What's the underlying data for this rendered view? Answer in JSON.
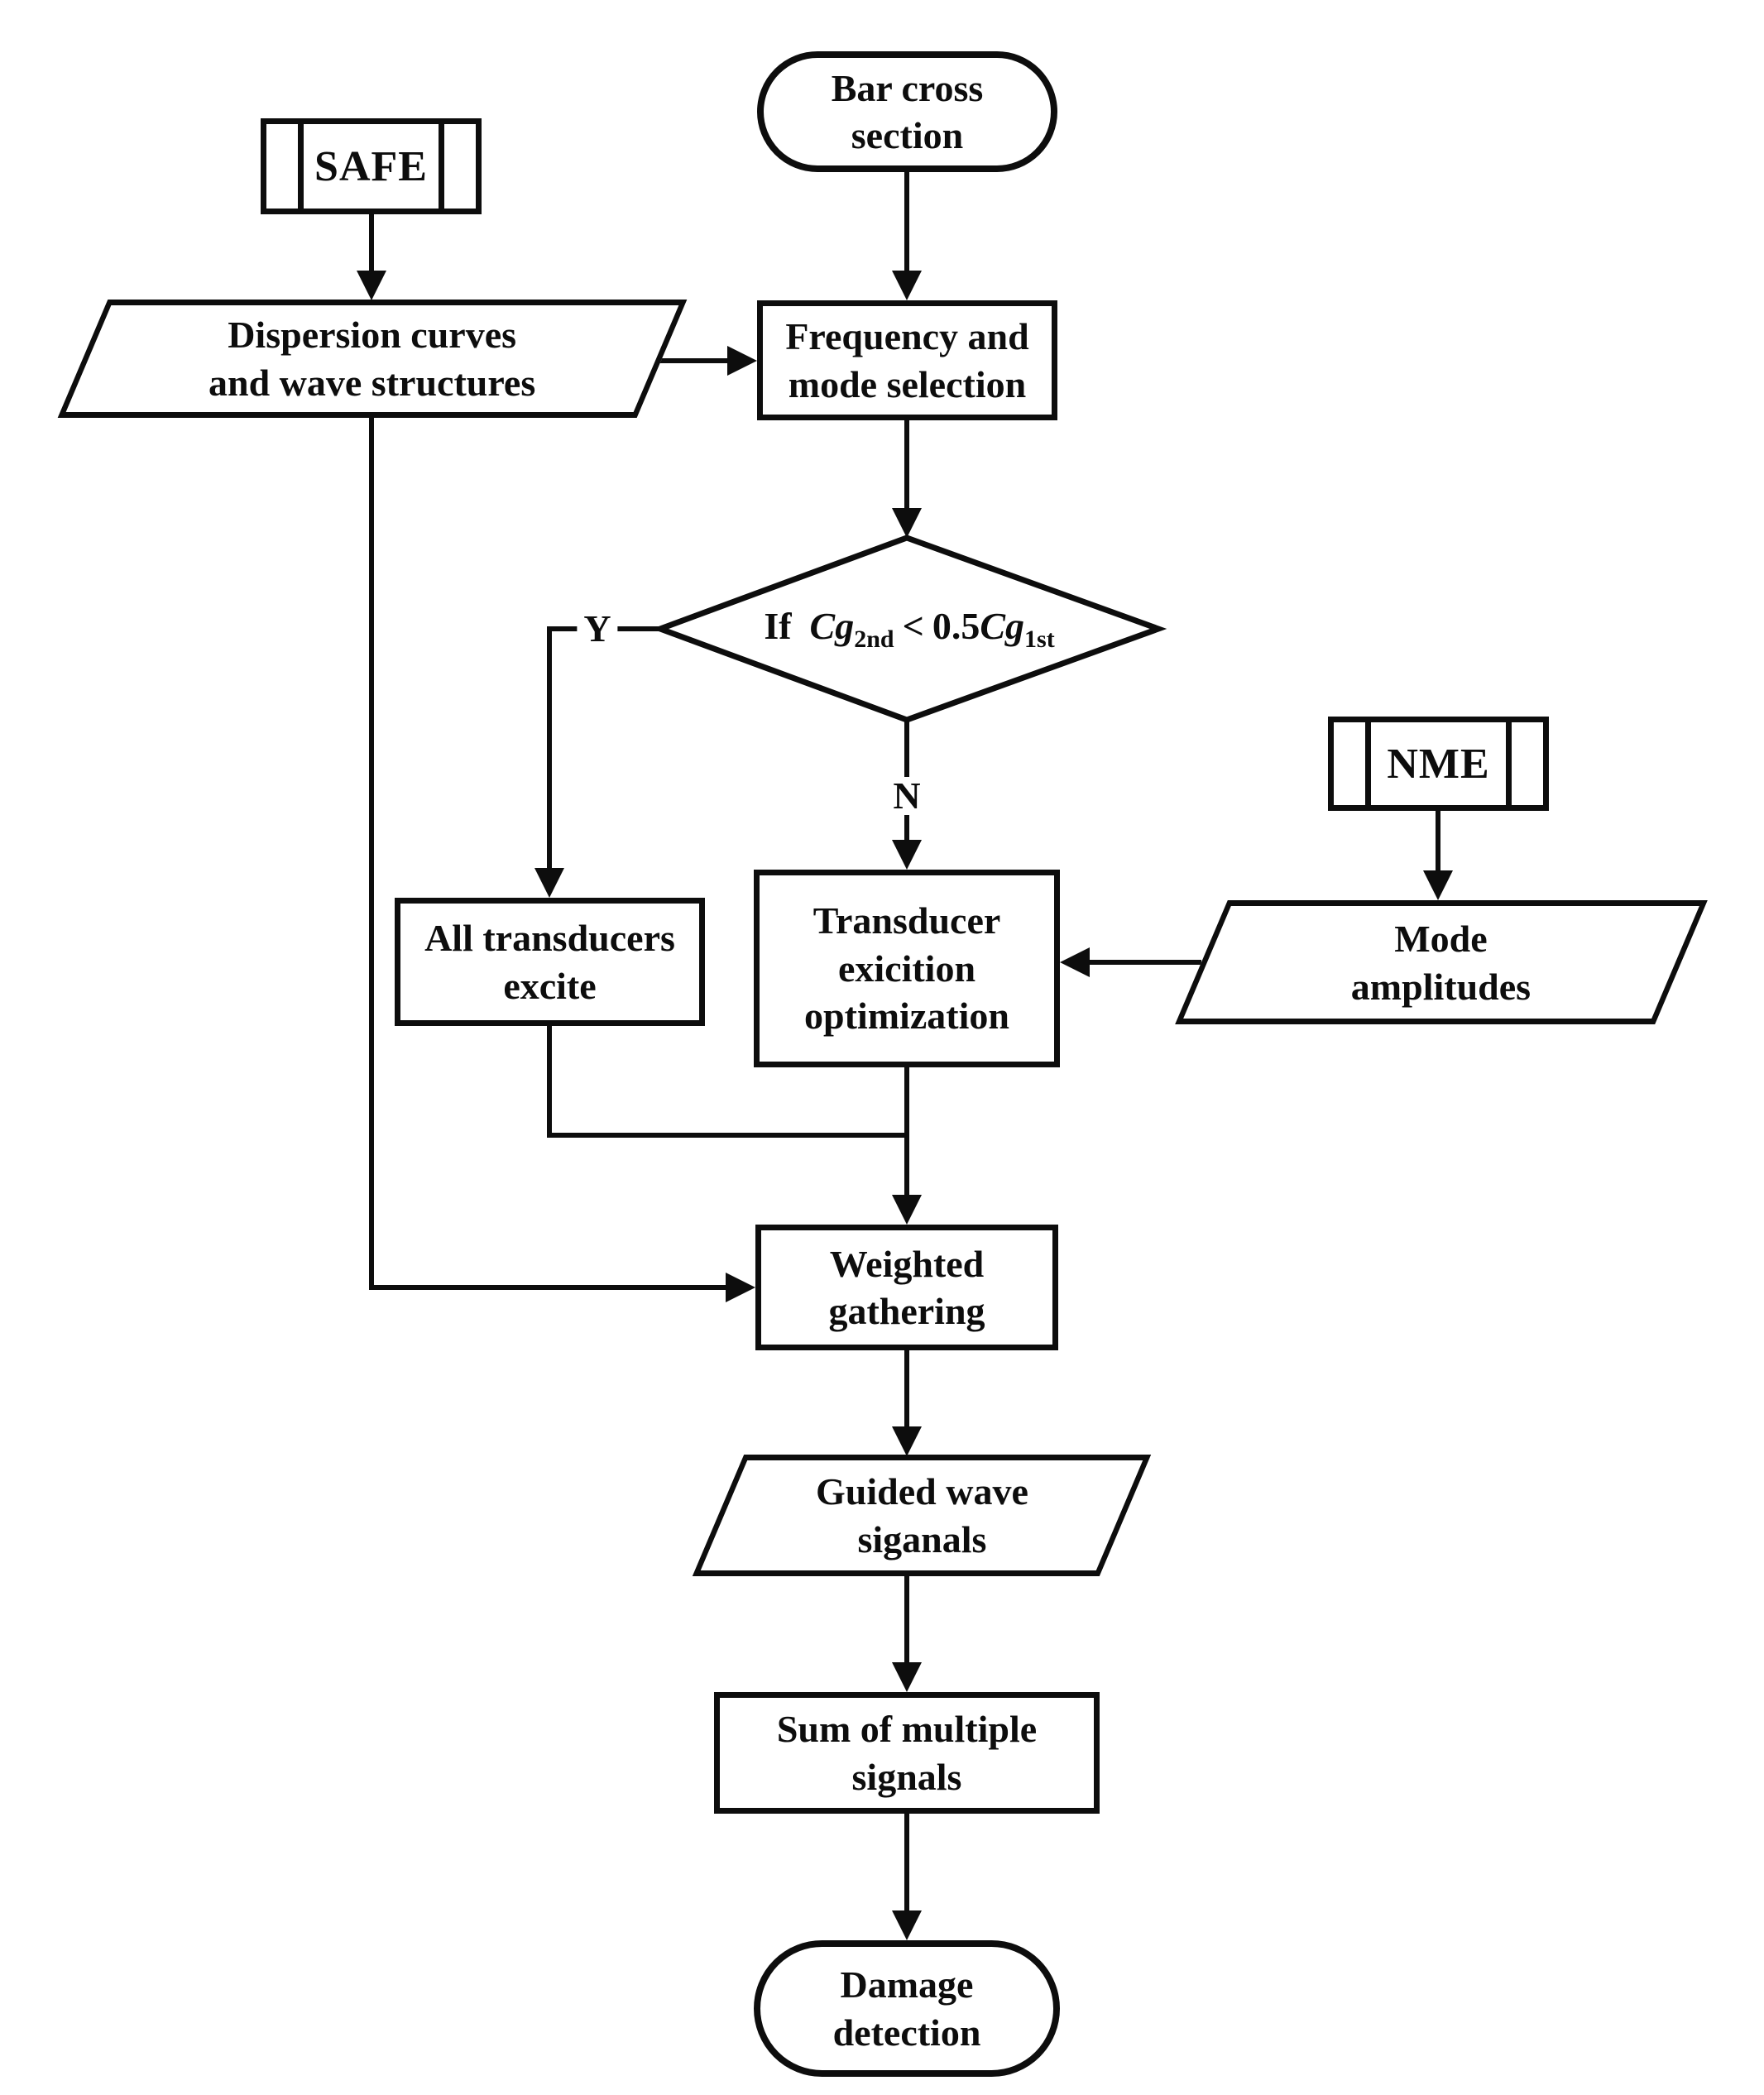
{
  "figure": {
    "background": "#ffffff",
    "ink": "#0d0d0d"
  },
  "nodes": {
    "safe": {
      "type": "predefined-process",
      "label": "SAFE"
    },
    "bar_cross_section": {
      "type": "terminator",
      "label": "Bar cross\nsection"
    },
    "dispersion": {
      "type": "data",
      "label": "Dispersion curves\nand wave structures"
    },
    "frequency": {
      "type": "process",
      "label": "Frequency and\nmode selection"
    },
    "decision": {
      "type": "decision",
      "prefix": "If",
      "var": "Cg",
      "sub_second": "2nd",
      "operator": "<",
      "coefficient": "0.5",
      "sub_first": "1st"
    },
    "all_transducers": {
      "type": "process",
      "label": "All transducers\nexcite"
    },
    "transducer_opt": {
      "type": "process",
      "label": "Transducer\nexicition\noptimization"
    },
    "nme": {
      "type": "predefined-process",
      "label": "NME"
    },
    "mode_amplitudes": {
      "type": "data",
      "label": "Mode\namplitudes"
    },
    "weighted": {
      "type": "process",
      "label": "Weighted\ngathering"
    },
    "guided": {
      "type": "data",
      "label": "Guided wave\nsiganals"
    },
    "sum": {
      "type": "process",
      "label": "Sum of multiple\nsignals"
    },
    "damage": {
      "type": "terminator",
      "label": "Damage\ndetection"
    }
  },
  "branch_labels": {
    "yes": "Y",
    "no": "N"
  }
}
